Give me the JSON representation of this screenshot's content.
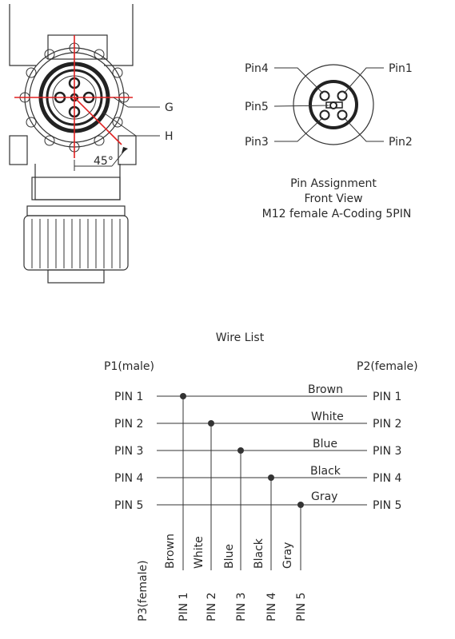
{
  "connector": {
    "callout_g": "G",
    "callout_h": "H",
    "angle_label": "45°"
  },
  "pin_view": {
    "pin1": "Pin1",
    "pin2": "Pin2",
    "pin3": "Pin3",
    "pin4": "Pin4",
    "pin5": "Pin5",
    "caption_line1": "Pin  Assignment",
    "caption_line2": "Front  View",
    "caption_line3": "M12 female A-Coding 5PIN"
  },
  "wire_list": {
    "title": "Wire  List",
    "p1_label": "P1(male)",
    "p2_label": "P2(female)",
    "p3_label": "P3(female)",
    "rows": [
      {
        "left": "PIN 1",
        "right": "PIN 1",
        "color": "Brown"
      },
      {
        "left": "PIN 2",
        "right": "PIN 2",
        "color": "White"
      },
      {
        "left": "PIN 3",
        "right": "PIN 3",
        "color": "Blue"
      },
      {
        "left": "PIN 4",
        "right": "PIN 4",
        "color": "Black"
      },
      {
        "left": "PIN 5",
        "right": "PIN 5",
        "color": "Gray"
      }
    ],
    "p3_pins": [
      "PIN 1",
      "PIN 2",
      "PIN 3",
      "PIN 4",
      "PIN 5"
    ],
    "p3_colors": [
      "Brown",
      "White",
      "Blue",
      "Black",
      "Gray"
    ]
  }
}
